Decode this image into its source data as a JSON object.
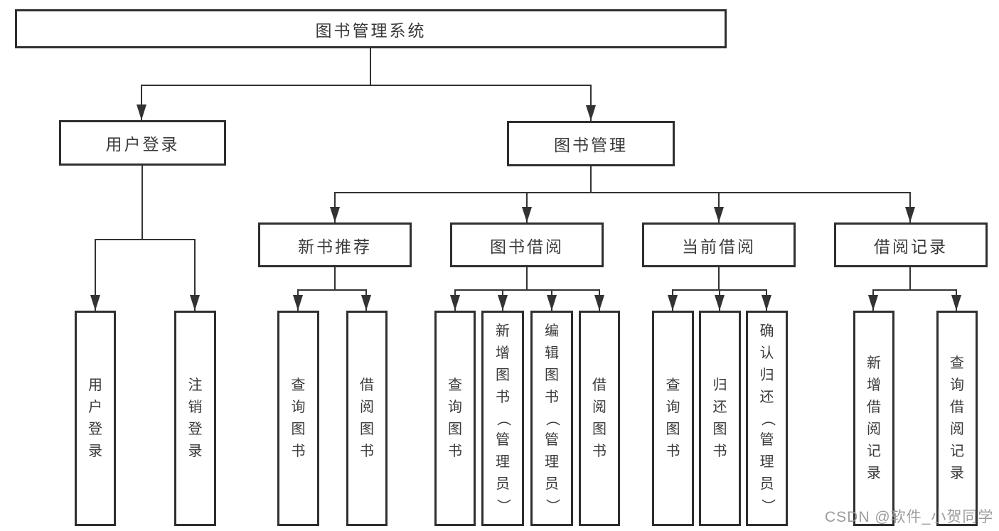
{
  "diagram": {
    "type": "tree",
    "root": {
      "label": "图书管理系统"
    },
    "branches": [
      {
        "label": "用户登录",
        "children": [
          {
            "label": "用户登录"
          },
          {
            "label": "注销登录"
          }
        ]
      },
      {
        "label": "图书管理",
        "children": [
          {
            "label": "新书推荐",
            "children": [
              {
                "label": "查询图书"
              },
              {
                "label": "借阅图书"
              }
            ]
          },
          {
            "label": "图书借阅",
            "children": [
              {
                "label": "查询图书"
              },
              {
                "label": "新增图书（管理员）"
              },
              {
                "label": "编辑图书（管理员）"
              },
              {
                "label": "借阅图书"
              }
            ]
          },
          {
            "label": "当前借阅",
            "children": [
              {
                "label": "查询图书"
              },
              {
                "label": "归还图书"
              },
              {
                "label": "确认归还（管理员）"
              }
            ]
          },
          {
            "label": "借阅记录",
            "children": [
              {
                "label": "新增借阅记录"
              },
              {
                "label": "查询借阅记录"
              }
            ]
          }
        ]
      }
    ]
  },
  "watermark": "CSDN @软件_小贺同学",
  "colors": {
    "line": "#333333",
    "border": "#2f2f2f",
    "text": "#3a3a3a",
    "watermark": "#949494",
    "background": "#ffffff"
  }
}
